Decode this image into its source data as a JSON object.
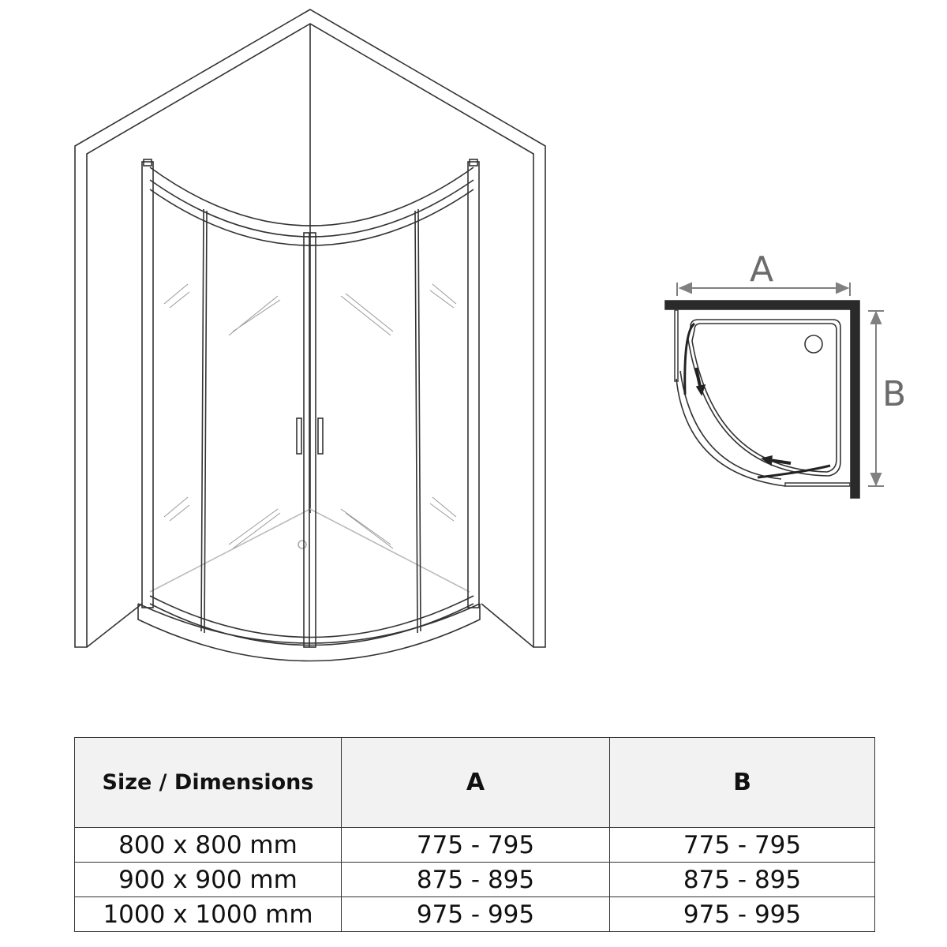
{
  "plan_view": {
    "label_a": "A",
    "label_b": "B"
  },
  "table": {
    "headers": [
      "Size / Dimensions",
      "A",
      "B"
    ],
    "rows": [
      [
        "800 x 800 mm",
        "775 - 795",
        "775 - 795"
      ],
      [
        "900 x 900 mm",
        "875 - 895",
        "875 - 895"
      ],
      [
        "1000 x 1000 mm",
        "975 - 995",
        "975 - 995"
      ]
    ]
  },
  "colors": {
    "line": "#333333",
    "dimension": "#808080",
    "header_bg": "#f2f2f2"
  }
}
